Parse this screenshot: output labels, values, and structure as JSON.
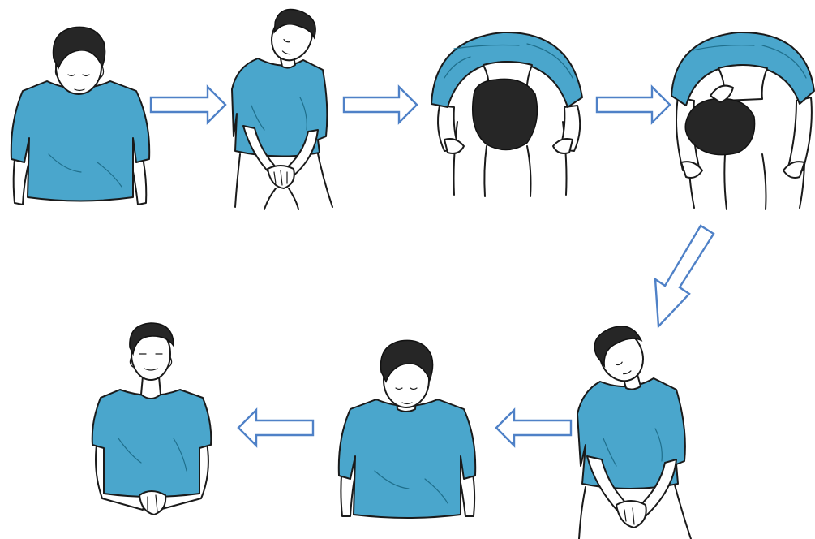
{
  "colors": {
    "shirt": "#4aa6cc",
    "hair": "#262626",
    "arrow": "#4f81c7",
    "outline": "#1a1a1a",
    "background": "#ffffff"
  },
  "steps": [
    {
      "pose": "head-tilted-forward"
    },
    {
      "pose": "head-tilted-to-shoulder"
    },
    {
      "pose": "bent-over-rear-view"
    },
    {
      "pose": "bent-over-hands-on-knees"
    },
    {
      "pose": "head-tilted-to-shoulder"
    },
    {
      "pose": "head-tilted-forward"
    },
    {
      "pose": "upright-head-neutral"
    }
  ],
  "arrows": [
    {
      "from": 1,
      "to": 2,
      "direction": "right"
    },
    {
      "from": 2,
      "to": 3,
      "direction": "right"
    },
    {
      "from": 3,
      "to": 4,
      "direction": "right"
    },
    {
      "from": 4,
      "to": 5,
      "direction": "down-left"
    },
    {
      "from": 5,
      "to": 6,
      "direction": "left"
    },
    {
      "from": 6,
      "to": 7,
      "direction": "left"
    }
  ]
}
